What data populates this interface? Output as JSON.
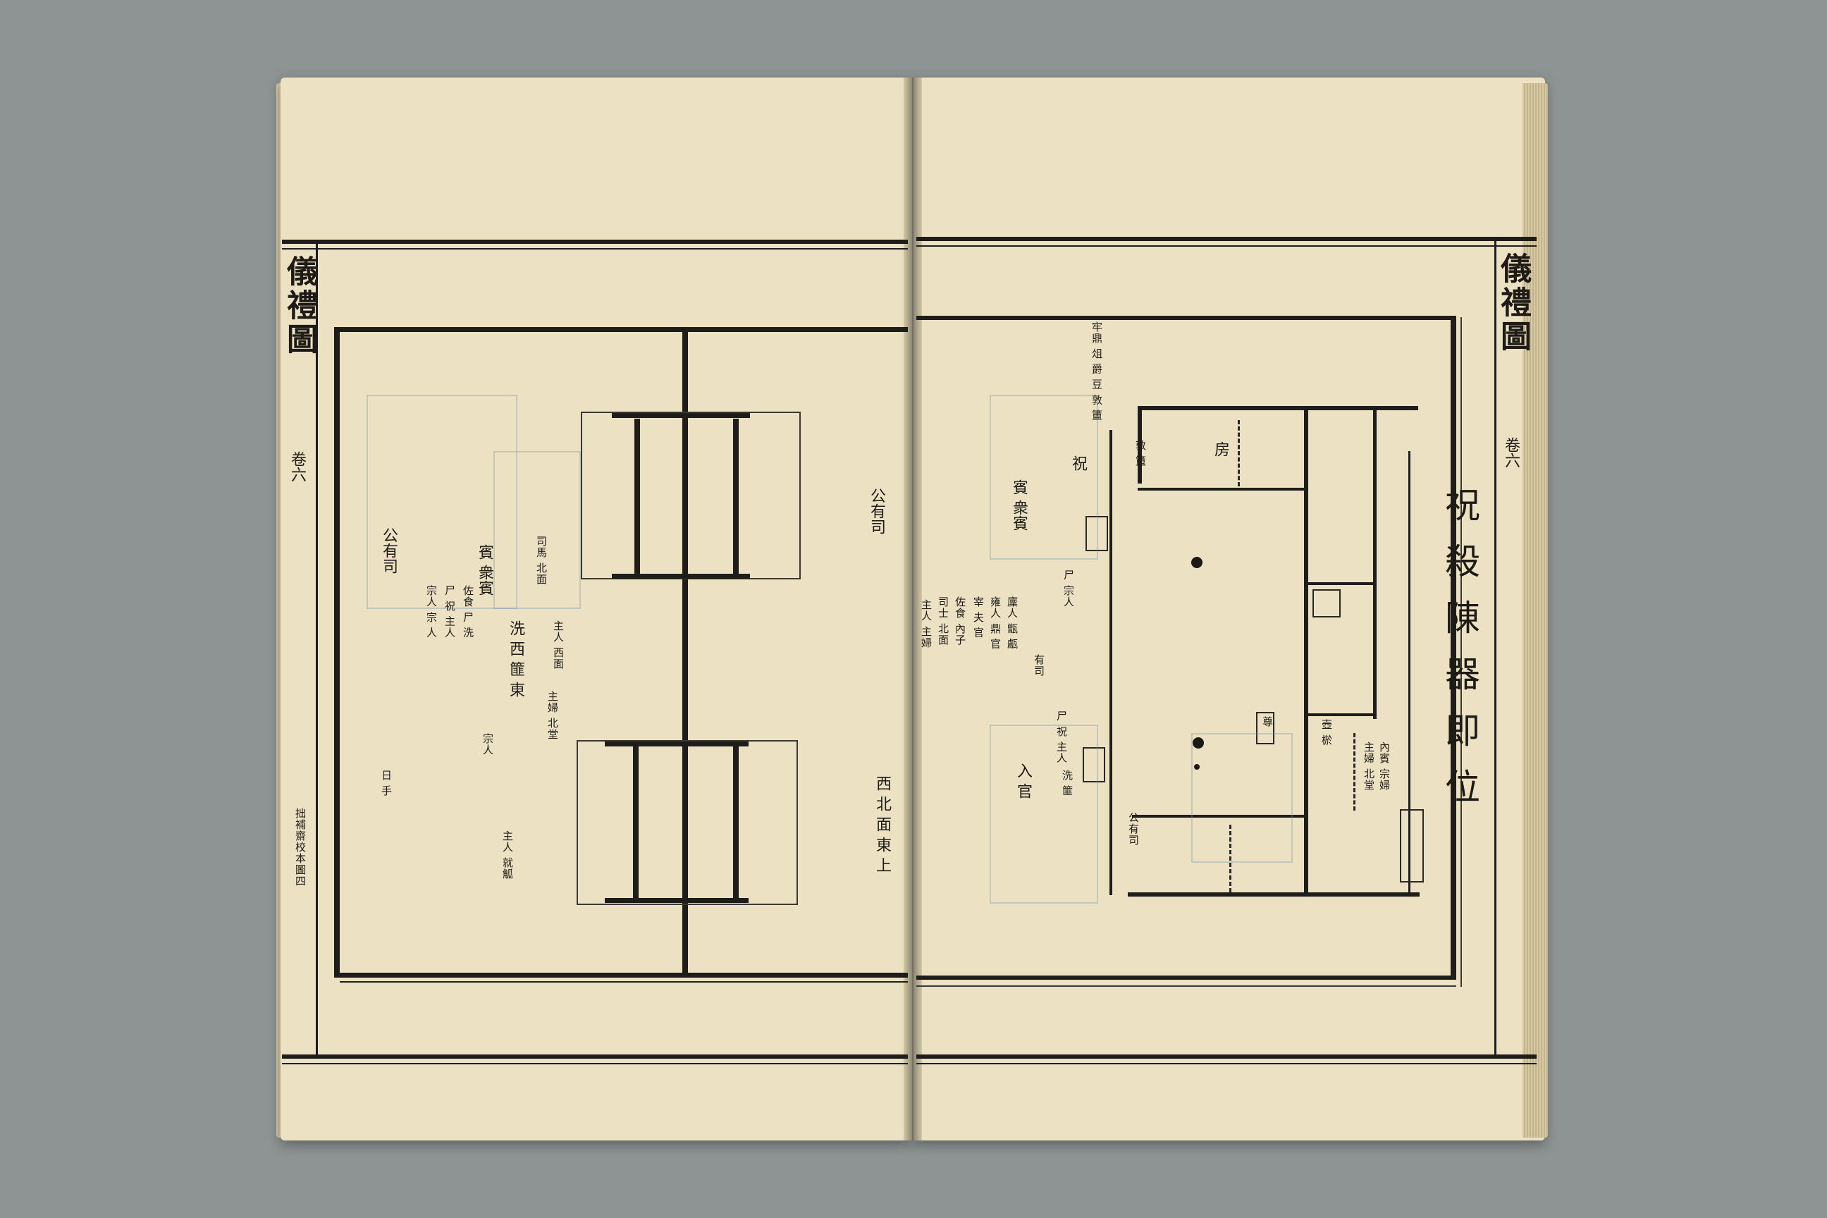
{
  "book": {
    "left_page": {
      "margin_title": "儀禮圖",
      "margin_volume": "卷六",
      "margin_footer": "拙補齋校本圖四",
      "labels": {
        "gong_you_si": "公有司",
        "bin_zhi": "賓 衆賓",
        "ri_shou": "日 手",
        "zhu_ren": "主人 就觚",
        "zong_ren": "宗人",
        "gong_you_si_2": "公有司",
        "xi_ru": "洗 西 篚 東",
        "bottom_note": "西 北 面 東 上",
        "sub_note_1": "宗人 宗 人",
        "sub_note_2": "尸 祝 主人",
        "sub_note_3": "佐食 尸 洗",
        "sub_note_4": "司馬 北面",
        "sub_note_5": "主人 西面",
        "sub_note_6": "主婦 北堂"
      }
    },
    "right_page": {
      "margin_title": "儀禮圖",
      "margin_volume": "卷六",
      "heading": "祝殺陳器即位",
      "labels": {
        "top_notes": "牢鼎 俎 爵 豆 敦 簠",
        "fang": "房",
        "fang_sub": "敦 簠",
        "zhu": "祝",
        "bin": "賓 衆賓",
        "shi": "尸 宗人",
        "you_si": "有司",
        "ru": "入 官",
        "xi": "洗 篚",
        "gong_you_si": "公有司",
        "note_a": "主人 主婦",
        "note_b": "司士 北面",
        "note_c": "佐食 內子",
        "note_d": "宰 夫 官",
        "note_e": "雍人 鼎 官",
        "note_f": "廩人 甑 甗",
        "note_g": "尊",
        "note_h": "壺 棜",
        "note_i": "主婦 北堂",
        "note_j": "內賓 宗婦",
        "note_k": "尸 祝 主人"
      }
    }
  },
  "colors": {
    "paper": "#ece2c3",
    "ink": "#1f1d1a",
    "background": "#8e9393"
  }
}
